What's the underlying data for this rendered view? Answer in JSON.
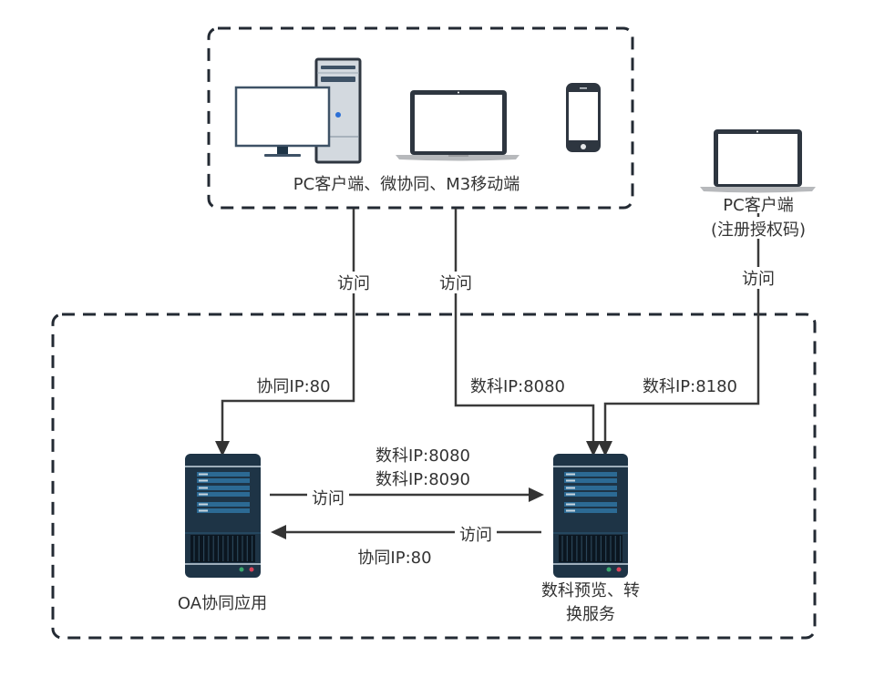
{
  "diagram": {
    "client_group": {
      "caption": "PC客户端、微协同、M3移动端",
      "devices": [
        "desktop-computer",
        "laptop",
        "mobile-phone"
      ]
    },
    "external_client": {
      "caption_line1": "PC客户端",
      "caption_line2": "(注册授权码)",
      "device": "laptop"
    },
    "servers": {
      "oa": {
        "label": "OA协同应用",
        "icon": "server"
      },
      "preview": {
        "label_line1": "数科预览、转",
        "label_line2": "换服务",
        "icon": "server"
      }
    },
    "connections": {
      "client_to_oa": {
        "access_label": "访问",
        "endpoint_label": "协同IP:80"
      },
      "client_to_preview": {
        "access_label": "访问",
        "endpoint_label": "数科IP:8080"
      },
      "external_to_preview": {
        "access_label": "访问",
        "endpoint_label": "数科IP:8180"
      },
      "oa_to_preview": {
        "access_label": "访问",
        "endpoint_label_line1": "数科IP:8080",
        "endpoint_label_line2": "数科IP:8090"
      },
      "preview_to_oa": {
        "access_label": "访问",
        "endpoint_label": "协同IP:80"
      }
    },
    "colors": {
      "server_body": "#1e3446",
      "server_bar": "#2c6a94",
      "server_line": "#c8d6e0",
      "server_vent": "#0b1620",
      "led_green": "#3aa76d",
      "led_red": "#d9435a",
      "device_frame": "#2e3640",
      "tower_fill": "#d3d9df",
      "monitor_stroke": "#3e5266",
      "power_led": "#2b6fd6",
      "laptop_base": "#b7b9bc",
      "line": "#3a3a3a",
      "dashed": "#232a33"
    }
  }
}
